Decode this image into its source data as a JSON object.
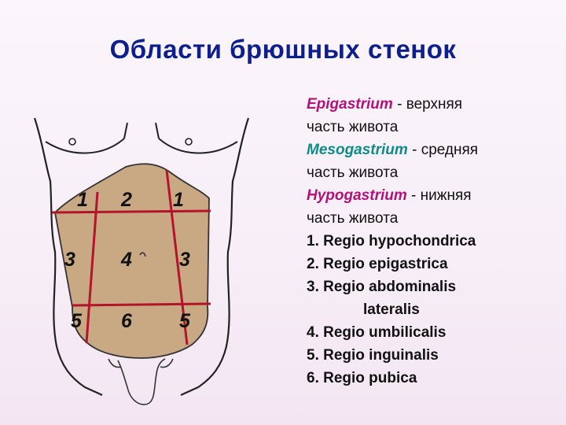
{
  "title": "Области брюшных стенок",
  "colors": {
    "title": "#0c1f8c",
    "epigastrium": "#b0127a",
    "mesogastrium": "#0e8a8a",
    "hypogastrium": "#b0127a",
    "skin": "#c9a884",
    "grid_lines": "#b4142a"
  },
  "legend": {
    "epigastrium": {
      "term": "Epigastrium",
      "desc_1": " - верхняя",
      "desc_2": "часть живота"
    },
    "mesogastrium": {
      "term": "Mesogastrium",
      "desc_1": " - средняя",
      "desc_2": "часть живота"
    },
    "hypogastrium": {
      "term": "Hypogastrium",
      "desc_1": " - нижняя",
      "desc_2": "часть живота"
    },
    "items": [
      "1. Regio hypochondrica",
      "2. Regio epigastrica",
      "3. Regio abdominalis",
      "lateralis",
      "4. Regio umbilicalis",
      "5. Regio inguinalis",
      "6. Regio pubica"
    ]
  },
  "regions": {
    "left_hypochondrium": "1",
    "epigastric": "2",
    "right_hypochondrium": "1",
    "left_lateral": "3",
    "umbilical": "4",
    "right_lateral": "3",
    "left_inguinal": "5",
    "pubic": "6",
    "right_inguinal": "5"
  }
}
